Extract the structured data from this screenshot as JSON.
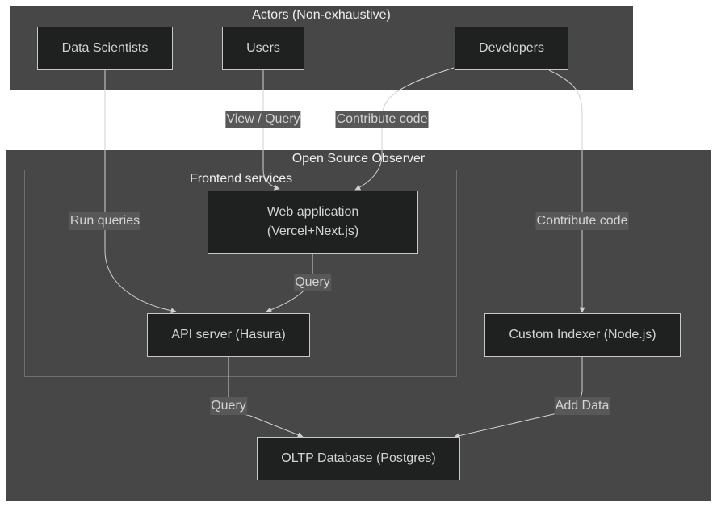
{
  "clusters": {
    "actors": "Actors (Non-exhaustive)",
    "oso": "Open Source Observer",
    "frontend": "Frontend services"
  },
  "nodes": {
    "data_scientists": "Data Scientists",
    "users": "Users",
    "developers": "Developers",
    "web_app_line1": "Web application",
    "web_app_line2": "(Vercel+Next.js)",
    "api_server": "API server (Hasura)",
    "custom_indexer": "Custom Indexer (Node.js)",
    "oltp_db": "OLTP Database (Postgres)"
  },
  "edges": {
    "users_to_web": "View / Query",
    "devs_to_web": "Contribute code",
    "ds_to_api": "Run queries",
    "devs_to_indexer": "Contribute code",
    "web_to_api": "Query",
    "api_to_db": "Query",
    "indexer_to_db": "Add Data"
  },
  "colors": {
    "cluster_fill": "#474747",
    "node_fill": "#1f2020",
    "edge_stroke": "#d0d0d0",
    "label_bg": "#585858"
  }
}
